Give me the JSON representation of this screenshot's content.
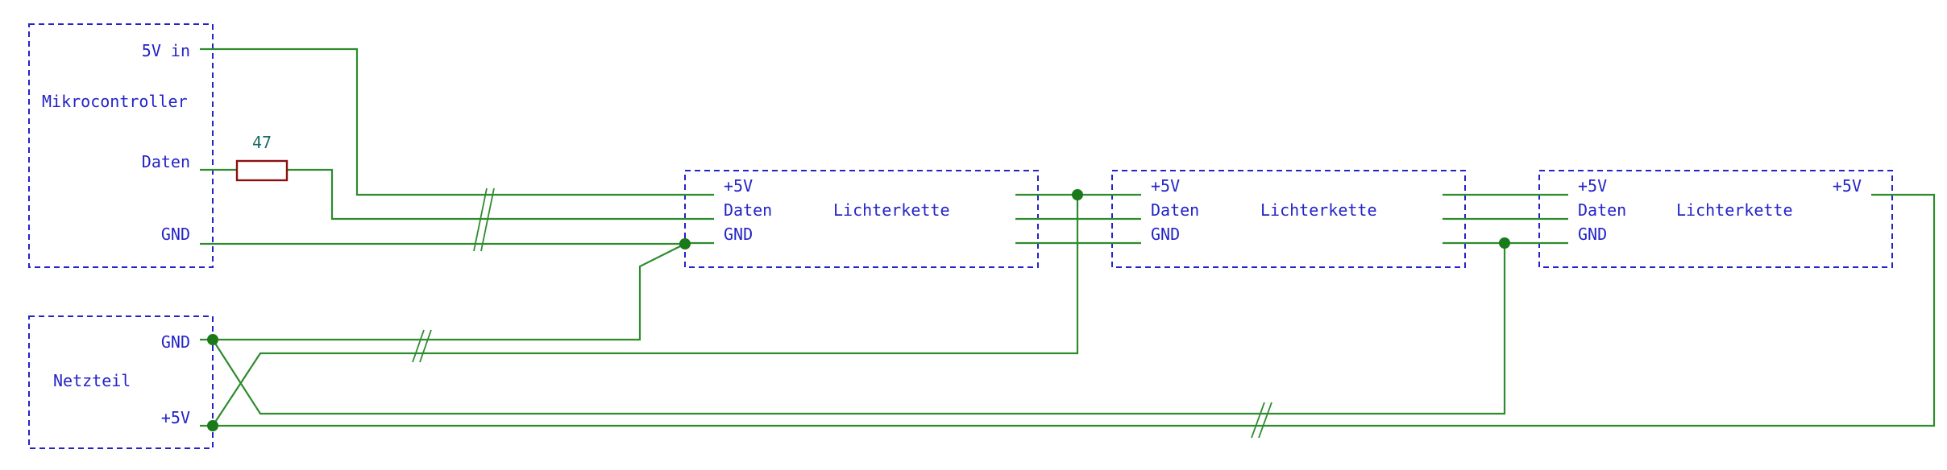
{
  "microcontroller": {
    "title": "Mikrocontroller",
    "pins": {
      "vin": "5V in",
      "data": "Daten",
      "gnd": "GND"
    }
  },
  "resistor": {
    "value": "47"
  },
  "power_supply": {
    "title": "Netzteil",
    "pins": {
      "gnd": "GND",
      "vcc": "+5V"
    }
  },
  "strings": [
    {
      "title": "Lichterkette",
      "pins": {
        "vcc": "+5V",
        "data": "Daten",
        "gnd": "GND"
      }
    },
    {
      "title": "Lichterkette",
      "pins": {
        "vcc": "+5V",
        "data": "Daten",
        "gnd": "GND"
      }
    },
    {
      "title": "Lichterkette",
      "pins": {
        "vcc": "+5V",
        "data": "Daten",
        "gnd": "GND"
      },
      "out_label": "+5V"
    }
  ],
  "colors": {
    "wire": "#2e8b2e",
    "label": "#2323c8",
    "resistor": "#8b1010",
    "value": "#1e6a6a",
    "junction": "#1a7a1a"
  }
}
